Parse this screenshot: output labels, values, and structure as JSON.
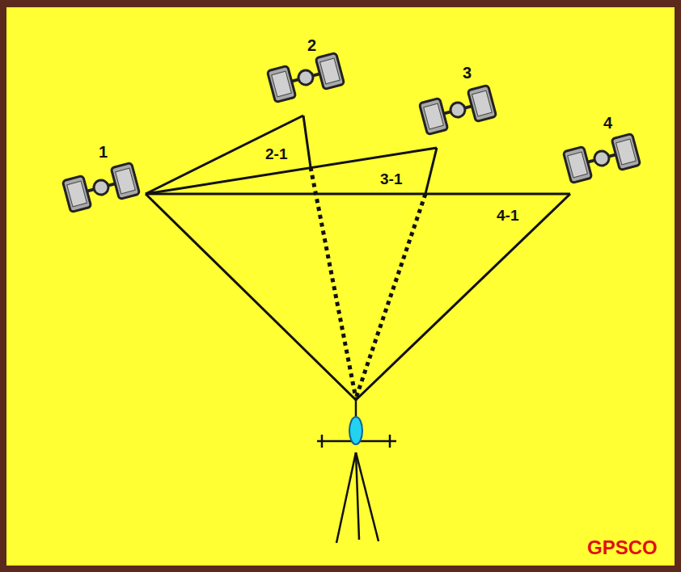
{
  "diagram": {
    "labels": [
      "1",
      "2",
      "3",
      "4",
      "2-1",
      "3-1",
      "4-1",
      "GPSCO"
    ]
  }
}
